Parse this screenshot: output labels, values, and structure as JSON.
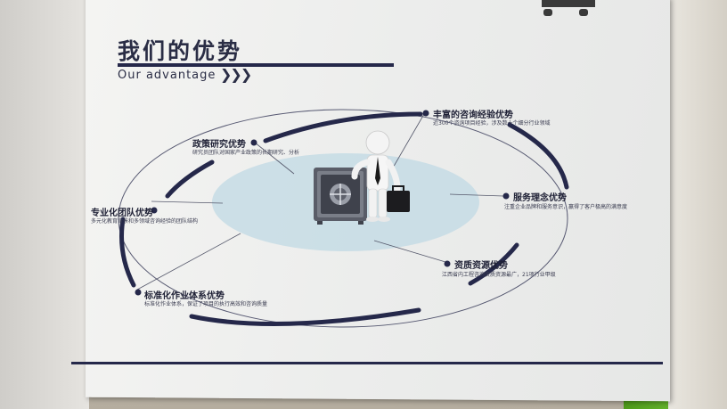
{
  "heading": {
    "title_cn": "我们的优势",
    "title_en": "Our advantage",
    "chevrons": "❯❯❯"
  },
  "advantages": [
    {
      "title": "丰富的咨询经验优势",
      "desc": "近300个咨询项目经验，涉及数十个细分行业领域"
    },
    {
      "title": "政策研究优势",
      "desc": "研究员团队对国家产业政策的长期研究、分析"
    },
    {
      "title": "服务理念优势",
      "desc": "注重企业品牌和服务意识，赢得了客户极高的满意度"
    },
    {
      "title": "专业化团队优势",
      "desc": "多元化教育背景和多领域咨询经验的团队结构"
    },
    {
      "title": "资质资源优势",
      "desc": "江西省内工程咨询资质资源最广，21项行业甲级"
    },
    {
      "title": "标准化作业体系优势",
      "desc": "标准化作业体系，保证了项目的执行高效和咨询质量"
    }
  ],
  "colors": {
    "navy": "#25284a",
    "ellipse": "#c9dde6",
    "board": "#ededec",
    "wall_green": "#5aa622"
  },
  "icons": [
    "safe-icon",
    "businessman-figure-icon",
    "briefcase-icon"
  ]
}
